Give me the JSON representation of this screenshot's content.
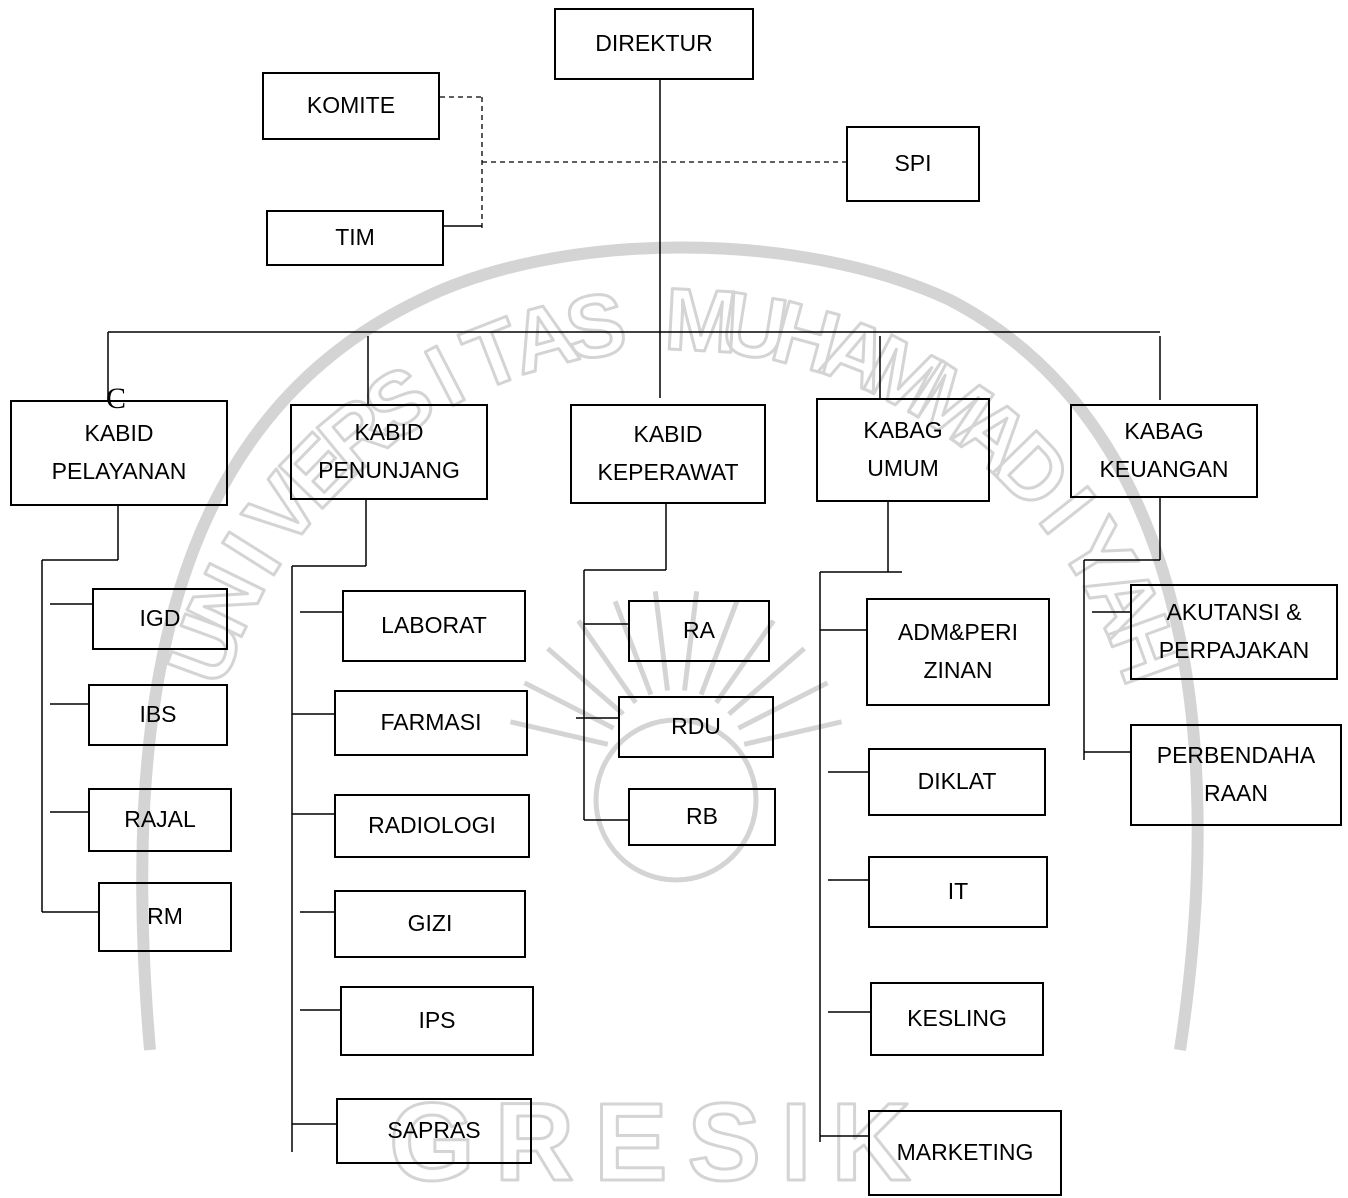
{
  "watermark": {
    "color": "#d4d4d4",
    "arc_letters": [
      "U",
      "N",
      "I",
      "V",
      "E",
      "R",
      "S",
      "I",
      "T",
      "A",
      "S",
      " ",
      "M",
      "U",
      "H",
      "A",
      "M",
      "M",
      "A",
      "D",
      "I",
      "Y",
      "A",
      "H"
    ],
    "bottom_text": "GRESIK",
    "emblem": "sun-emblem"
  },
  "stray_glyph": "C",
  "nodes": {
    "direktur": "DIREKTUR",
    "komite": "KOMITE",
    "spi": "SPI",
    "tim": "TIM",
    "kabid_pelayanan": "KABID\nPELAYANAN",
    "kabid_penunjang": "KABID\nPENUNJANG",
    "kabid_keperawat": "KABID\nKEPERAWAT",
    "kabag_umum": "KABAG\nUMUM",
    "kabag_keuangan": "KABAG\nKEUANGAN",
    "igd": "IGD",
    "ibs": "IBS",
    "rajal": "RAJAL",
    "rm": "RM",
    "laborat": "LABORAT",
    "farmasi": "FARMASI",
    "radiologi": "RADIOLOGI",
    "gizi": "GIZI",
    "ips": "IPS",
    "sapras": "SAPRAS",
    "ra": "RA",
    "rdu": "RDU",
    "rb": "RB",
    "adm_perizinan": "ADM&PERI\nZINAN",
    "diklat": "DIKLAT",
    "it": "IT",
    "kesling": "KESLING",
    "marketing": "MARKETING",
    "akutansi": "AKUTANSI &\nPERPAJAKAN",
    "perbendaharaan": "PERBENDAHA\nRAAN"
  }
}
